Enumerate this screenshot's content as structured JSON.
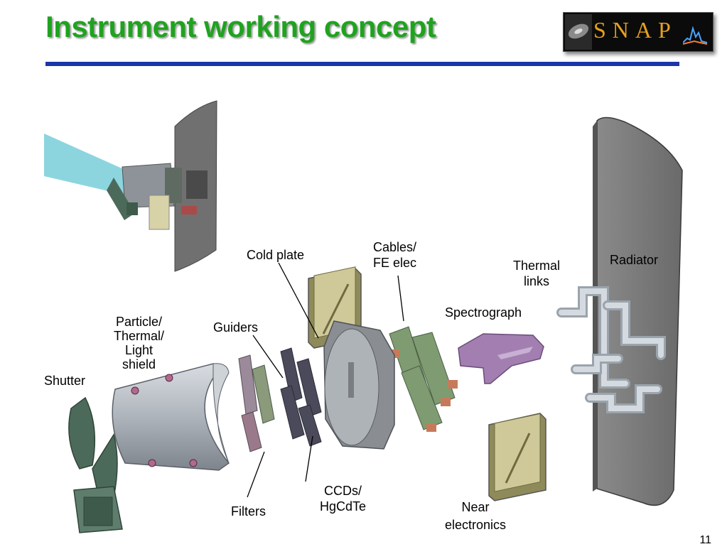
{
  "title": "Instrument working concept",
  "logo": {
    "text": "SNAP"
  },
  "labels": {
    "cold_plate": "Cold plate",
    "cables": "Cables/\nFE elec",
    "thermal_links": "Thermal\nlinks",
    "radiator": "Radiator",
    "spectrograph": "Spectrograph",
    "particle_shield": "Particle/\nThermal/\nLight\nshield",
    "guiders": "Guiders",
    "shutter": "Shutter",
    "ccds": "CCDs/\nHgCdTe",
    "filters": "Filters",
    "near_electronics": "Near\nelectronics"
  },
  "page_number": "11",
  "colors": {
    "title": "#1fa31f",
    "rule": "#1c36a8",
    "shutter": "#4c6a5a",
    "shield": "#b7bcc2",
    "spectrograph": "#a27fb0",
    "electronics": "#b8b27f",
    "radiator": "#757575",
    "cyan": "#7fd0dc"
  }
}
